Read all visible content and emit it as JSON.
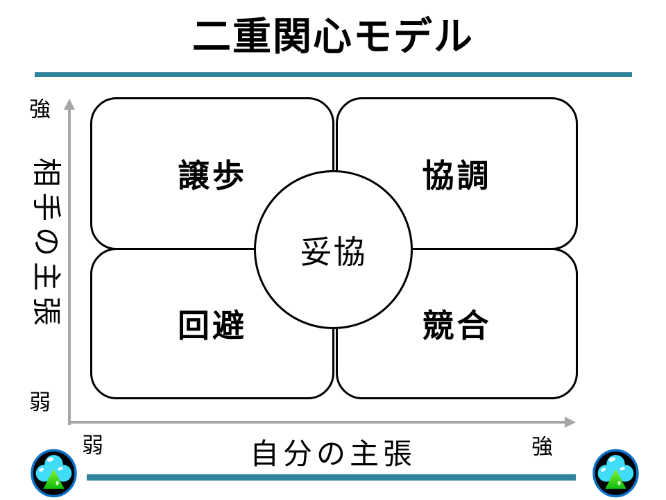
{
  "slide": {
    "title": "二重関心モデル",
    "accent_color": "#31849B",
    "axis_color": "#A6A6A6",
    "shape_outline_color": "#000000"
  },
  "diagram": {
    "quadrants": [
      {
        "position": "top-left",
        "label": "譲歩"
      },
      {
        "position": "top-right",
        "label": "協調"
      },
      {
        "position": "bottom-left",
        "label": "回避"
      },
      {
        "position": "bottom-right",
        "label": "競合"
      }
    ],
    "center": {
      "label": "妥協"
    },
    "y_axis": {
      "title": "相手の主張",
      "top_label": "強",
      "bottom_label": "弱"
    },
    "x_axis": {
      "title": "自分の主張",
      "left_label": "弱",
      "right_label": "強"
    }
  },
  "icons": {
    "left": "club-clover-logo-icon",
    "right": "club-clover-logo-icon",
    "ring_color": "#0C71C8",
    "club_color": "#40DCFA",
    "stem_color": "#17C617"
  }
}
